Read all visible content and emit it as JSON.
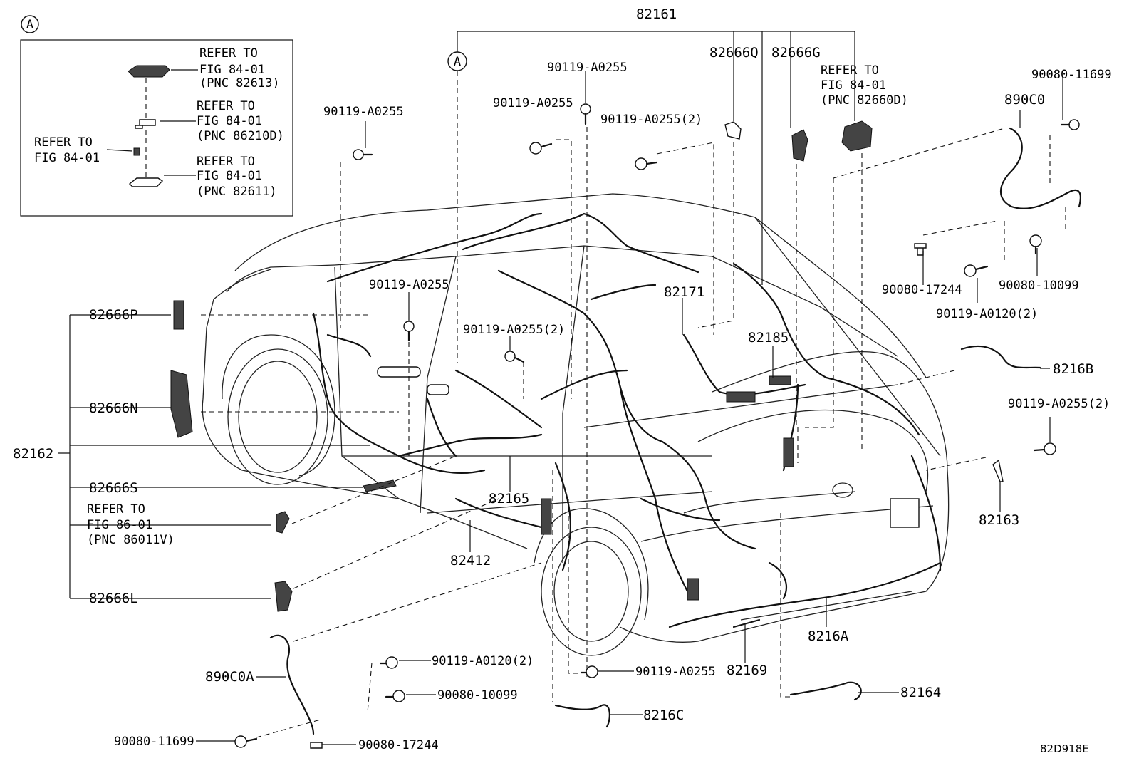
{
  "figure_code": "82D918E",
  "inset": {
    "marker": "A",
    "items": [
      {
        "lines": [
          "REFER TO",
          "FIG 84-01",
          "(PNC 82613)"
        ]
      },
      {
        "lines": [
          "REFER TO",
          "FIG 84-01",
          "(PNC 86210D)"
        ]
      },
      {
        "lines": [
          "REFER TO",
          "FIG 84-01"
        ]
      },
      {
        "lines": [
          "REFER TO",
          "FIG 84-01",
          "(PNC 82611)"
        ]
      }
    ]
  },
  "callouts": {
    "c82161": "82161",
    "c82666Q": "82666Q",
    "c82666G": "82666G",
    "refer_82660D": [
      "REFER TO",
      "FIG 84-01",
      "(PNC 82660D)"
    ],
    "c890C0": "890C0",
    "c90080_11699_tr": "90080-11699",
    "c90080_17244_r": "90080-17244",
    "c90080_10099_r": "90080-10099",
    "c90119_A0120_2_r": "90119-A0120(2)",
    "c8216B": "8216B",
    "c90119_A0255_2_r": "90119-A0255(2)",
    "c82163": "82163",
    "c90119_A0255_a": "90119-A0255",
    "c90119_A0255_b": "90119-A0255",
    "c90119_A0255_c": "90119-A0255",
    "c90119_A0255_2_a": "90119-A0255(2)",
    "c90119_A0255_d": "90119-A0255",
    "c90119_A0255_2_b": "90119-A0255(2)",
    "c82171": "82171",
    "c82185": "82185",
    "marker_a_main": "A",
    "c82666P": "82666P",
    "c82666N": "82666N",
    "c82162": "82162",
    "c82666S": "82666S",
    "refer_86011V": [
      "REFER TO",
      "FIG 86-01",
      "(PNC 86011V)"
    ],
    "c82666L": "82666L",
    "c82165": "82165",
    "c82412": "82412",
    "c890C0A": "890C0A",
    "c90119_A0120_2_b": "90119-A0120(2)",
    "c90080_10099_b": "90080-10099",
    "c90080_11699_b": "90080-11699",
    "c90080_17244_b": "90080-17244",
    "c8216C": "8216C",
    "c90119_A0255_e": "90119-A0255",
    "c82169": "82169",
    "c8216A": "8216A",
    "c82164": "82164"
  }
}
